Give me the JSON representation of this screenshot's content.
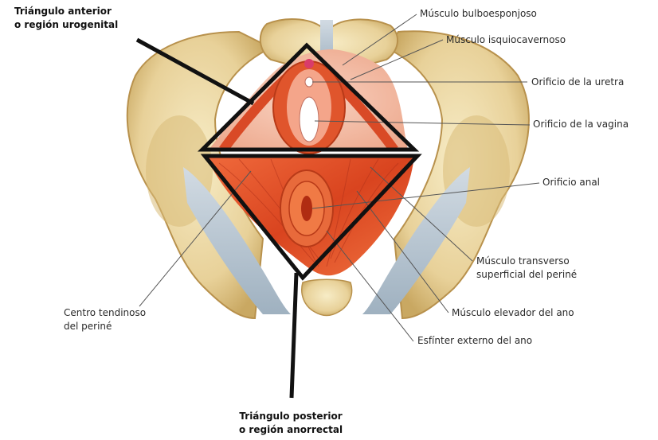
{
  "regions": {
    "anterior": {
      "line1": "Triángulo anterior",
      "line2": "o región urogenital"
    },
    "posterior": {
      "line1": "Triángulo posterior",
      "line2": "o región anorrectal"
    }
  },
  "labels": {
    "bulboesponjoso": "Músculo bulboesponjoso",
    "isquiocavernoso": "Músculo isquiocavernoso",
    "uretra": "Orificio de la uretra",
    "vagina": "Orificio de la vagina",
    "anal": "Orificio anal",
    "transverso": {
      "line1": "Músculo transverso",
      "line2": "superficial del periné"
    },
    "elevador": "Músculo elevador del ano",
    "esfinter": "Esfínter externo del ano",
    "centro": {
      "line1": "Centro tendinoso",
      "line2": "del periné"
    }
  },
  "colors": {
    "bone": "#ecd9a0",
    "bone_shadow": "#c8a560",
    "muscle": "#e0522a",
    "muscle_light": "#f0a48c",
    "ligament": "#b7c4cf",
    "leader": "#555555",
    "triangle": "#111111"
  }
}
